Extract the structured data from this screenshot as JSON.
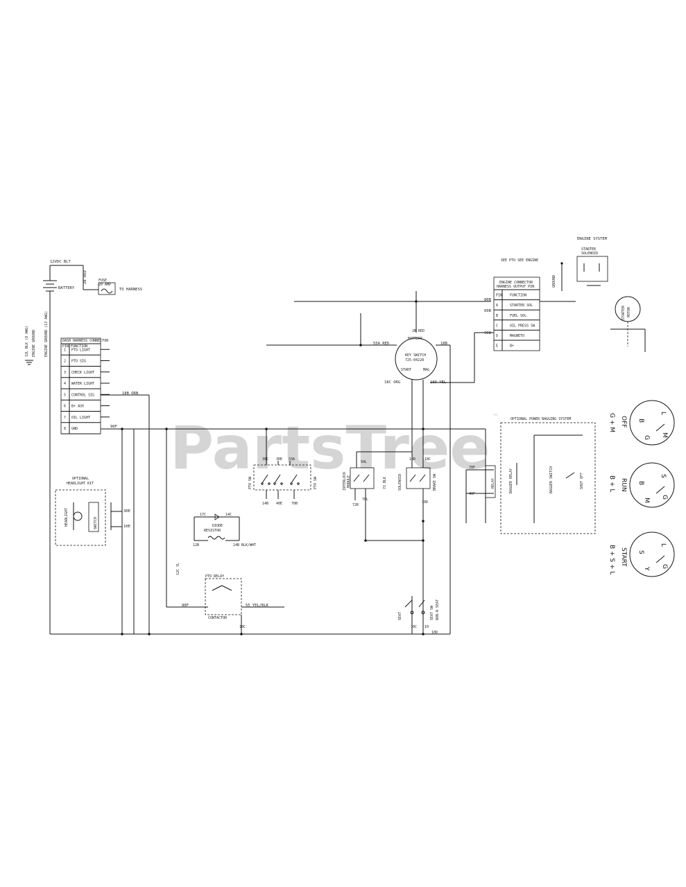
{
  "watermark": {
    "text": "PartsTree",
    "trademark": "™"
  },
  "battery": {
    "label": "BATTERY",
    "top_label": "12VDC BLT",
    "wire": "2B RED"
  },
  "fuse": {
    "label": "FUSE",
    "sub": "20 AMP",
    "side": "TO HARNESS"
  },
  "ground": {
    "line1": "12L BLK (8 AWG)",
    "line2": "ENGINE GROUND",
    "line3": "ENGINE GROUND (13 AWG)"
  },
  "dash_connector": {
    "header": "DASH HARNESS CONNECTOR",
    "subheader": "PIN  FUNCTION",
    "rows": [
      {
        "pin": "1",
        "func": "PTO LIGHT"
      },
      {
        "pin": "2",
        "func": "PTO SIG"
      },
      {
        "pin": "3",
        "func": "CHECK LIGHT"
      },
      {
        "pin": "4",
        "func": "WATER LIGHT"
      },
      {
        "pin": "5",
        "func": "CONTROL SIG"
      },
      {
        "pin": "6",
        "func": "B+ AUX"
      },
      {
        "pin": "7",
        "func": "OIL LIGHT"
      },
      {
        "pin": "8",
        "func": "GND"
      }
    ],
    "wire_5": "18B ORN",
    "wire_8": "90F"
  },
  "headlight_kit": {
    "title_1": "OPTIONAL",
    "title_2": "HEADLIGHT KIT",
    "lamp": "HEADLIGHT",
    "switch": "SWITCH",
    "wire_a": "30E",
    "wire_b": "10E"
  },
  "key_switch": {
    "title": "KEY SWITCH",
    "part": "725-04228",
    "battery": "BATTERY",
    "start": "START",
    "mag": "MAG",
    "wire_top": "2B RED",
    "wire_left": "55A RED",
    "wire_right": "18B",
    "wire_bl": "18C ORG",
    "wire_br": "18D YEL"
  },
  "engine": {
    "title": "ENGINE SYSTEM",
    "connector_note": "SEE PTO SEE ENGINE",
    "solenoid_1": "STARTER",
    "solenoid_2": "SOLENOID",
    "motor_1": "STARTER",
    "motor_2": "MOTOR",
    "ground": "GROUND",
    "conn_header_1": "ENGINE CONNECTOR",
    "conn_header_2": "HARNESS OUTPUT PIN",
    "conn_rows": [
      {
        "pin": "PIN",
        "func": "FUNCTION"
      },
      {
        "pin": "A",
        "func": "STARTER SOL"
      },
      {
        "pin": "B",
        "func": "FUEL SOL"
      },
      {
        "pin": "C",
        "func": "OIL PRESS SW"
      },
      {
        "pin": "D",
        "func": "MAGNETO"
      },
      {
        "pin": "E",
        "func": "B+"
      }
    ],
    "wire_1": "80B",
    "wire_2": "60B",
    "wire_3": "90B"
  },
  "pto_switch": {
    "label_1": "PTO SW",
    "label_2": "PTO SW",
    "w1": "30C",
    "w2": "30E",
    "w3": "33A",
    "b1": "14B",
    "b2": "40E",
    "b3": "70B"
  },
  "interlock": {
    "label": "INTERLOCK",
    "sub": "MODULE",
    "w_top": "50L",
    "w_bot": "72 BLK",
    "w_a": "72R",
    "w_b": "70L"
  },
  "relay_2": {
    "label": "SOLENOID",
    "sub": "BRAKE SW",
    "w_top": "18D",
    "w_r": "18C",
    "w_bot": "70D"
  },
  "diode": {
    "w_left": "17C",
    "w_right": "14C",
    "label": "DIODE",
    "res": "RESISTOR",
    "w_bl": "12B",
    "w_br": "14B BLK/WHT"
  },
  "pto_relay": {
    "title": "PTO RELAY",
    "sub": "CONTACTOR",
    "w_in": "90F",
    "w_out": "55 YEL/BLK",
    "w_bot": "10C",
    "w_vert": "12C YL"
  },
  "seat_switch": {
    "label_1": "SEAT",
    "label_2": "SEAT SW",
    "label_3": "NON-N SEAT",
    "w1": "10C",
    "w2": "10",
    "w3": "10D"
  },
  "power_bagging": {
    "title": "OPTIONAL POWER BAGGING SYSTEM",
    "relay": "RELAY",
    "relay_sub": "BAGGER RELAY",
    "switch": "BAGGER SWITCH",
    "switch_sub": "SHUT OFF",
    "w1": "70F",
    "w2": "40F"
  },
  "key_positions": [
    {
      "name": "OFF",
      "code": "G + M",
      "pins": [
        "B",
        "L",
        "G",
        "M"
      ]
    },
    {
      "name": "RUN",
      "code": "B + L",
      "pins": [
        "B",
        "S",
        "M",
        "G"
      ]
    },
    {
      "name": "START",
      "code": "B + S + L",
      "pins": [
        "S",
        "L",
        "Y",
        "G"
      ]
    }
  ]
}
